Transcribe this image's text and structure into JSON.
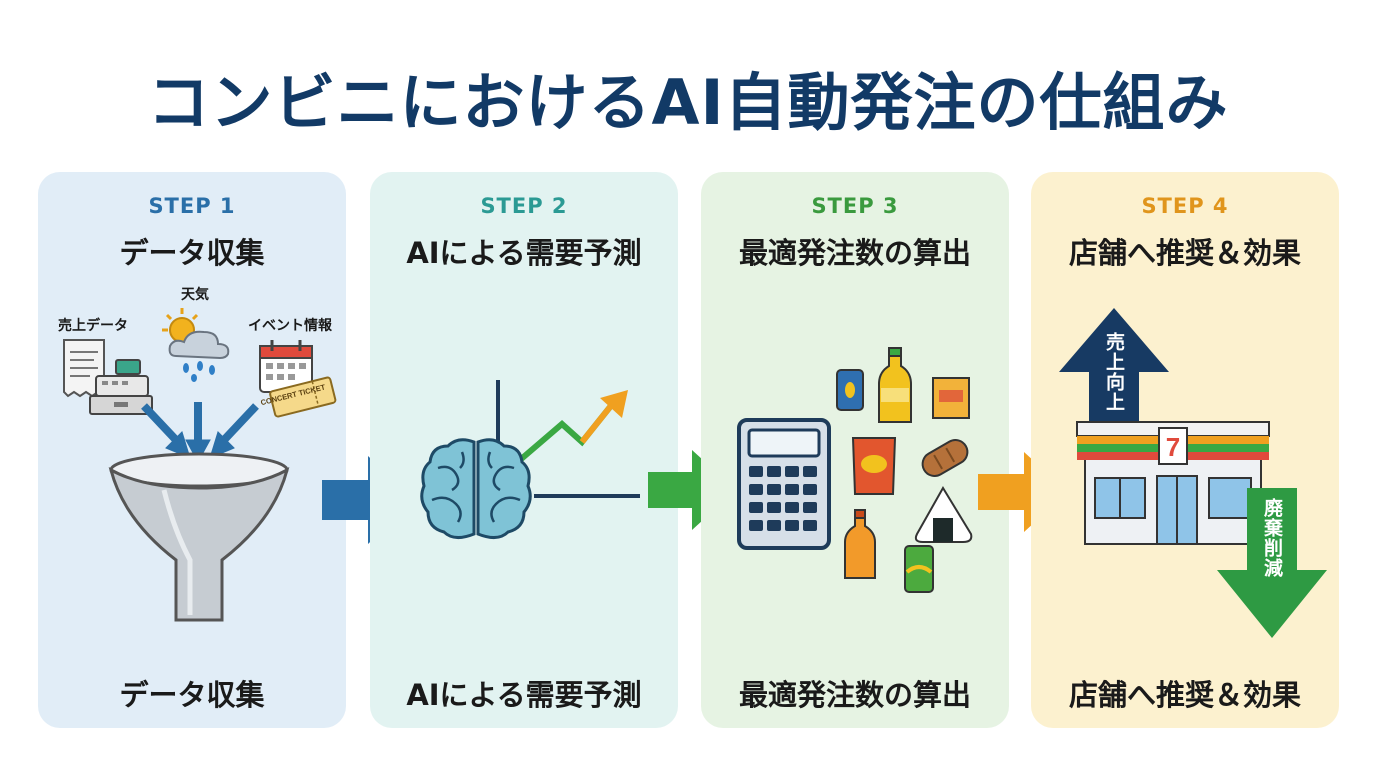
{
  "title": "コンビニにおけるAI自動発注の仕組み",
  "steps": [
    {
      "step": "STEP 1",
      "heading": "データ収集",
      "footer": "データ収集",
      "color": "#2a6fa8",
      "labels": {
        "sales": "売上データ",
        "weather": "天気",
        "events": "イベント情報",
        "ticket": "CONCERT TICKET"
      }
    },
    {
      "step": "STEP 2",
      "heading": "AIによる需要予測",
      "footer": "AIによる需要予測",
      "color": "#2b9a94"
    },
    {
      "step": "STEP 3",
      "heading": "最適発注数の算出",
      "footer": "最適発注数の算出",
      "color": "#3a9a3e"
    },
    {
      "step": "STEP 4",
      "heading": "店舗へ推奨＆効果",
      "footer": "店舗へ推奨＆効果",
      "color": "#e0951c",
      "labels": {
        "sales_up": "売上向上",
        "waste_down": "廃棄削減"
      }
    }
  ],
  "icons": [
    "receipt-icon",
    "cash-register-icon",
    "sun-cloud-rain-icon",
    "calendar-icon",
    "ticket-icon",
    "funnel-icon",
    "brain-icon",
    "trend-arrow-icon",
    "calculator-icon",
    "products-icon",
    "store-icon",
    "up-arrow-icon",
    "down-arrow-icon"
  ],
  "colors": {
    "title": "#123a66",
    "arrow1": "#2a6fa8",
    "arrow2": "#3aa843",
    "arrow3": "#f0a020",
    "up_arrow": "#173a63",
    "down_arrow": "#2e9a43"
  }
}
